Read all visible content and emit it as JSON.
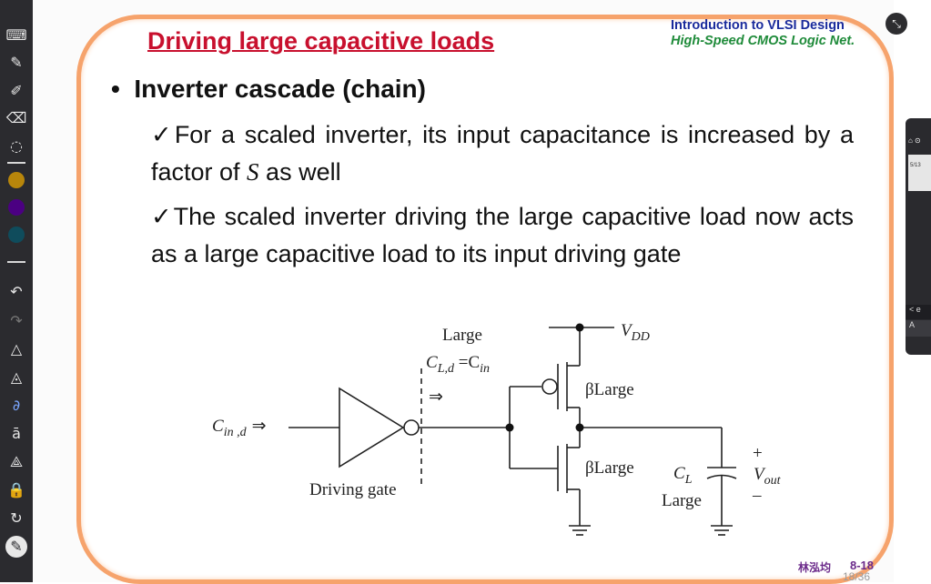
{
  "toolbar": {
    "tools": [
      {
        "name": "keyboard-icon",
        "glyph": "⌨"
      },
      {
        "name": "pen-icon",
        "glyph": "✎"
      },
      {
        "name": "highlighter-icon",
        "glyph": "✐"
      },
      {
        "name": "eraser-icon",
        "glyph": "⌫"
      },
      {
        "name": "lasso-icon",
        "glyph": "◌"
      },
      {
        "name": "undo-icon",
        "glyph": "↶"
      },
      {
        "name": "redo-icon",
        "glyph": "↷"
      },
      {
        "name": "shape-icon",
        "glyph": "△"
      },
      {
        "name": "ink-to-shape-icon",
        "glyph": "◬"
      },
      {
        "name": "ink-to-math-icon",
        "glyph": "∂"
      },
      {
        "name": "ink-to-text-icon",
        "glyph": "ā"
      },
      {
        "name": "ruler-icon",
        "glyph": "⟁"
      },
      {
        "name": "lock-icon",
        "glyph": "🔒"
      },
      {
        "name": "replay-icon",
        "glyph": "↻"
      },
      {
        "name": "active-pen-icon",
        "glyph": "✎"
      }
    ],
    "colors": [
      "#b8860b",
      "#4b0082",
      "#0f4c5c"
    ]
  },
  "slide": {
    "title": "Driving large capacitive loads",
    "course": "Introduction to VLSI Design",
    "course_sub": "High-Speed CMOS Logic Net.",
    "bullet": "Inverter cascade (chain)",
    "check": "✓",
    "sub1_a": "For a scaled inverter, its input capacitance is increased by a factor of ",
    "sub1_sym": "S",
    "sub1_b": " as well",
    "sub2": "The scaled inverter driving the large capacitive load now acts as a large capacitive load to its input driving gate",
    "footer_name": "林泓均",
    "footer_num": "8-18",
    "page_indicator": "18/36"
  },
  "diagram": {
    "cin_main": "C",
    "cin_sub": "in ,d",
    "cin_arrow": "⇒",
    "driving_gate": "Driving gate",
    "large": "Large",
    "cld_main": "C",
    "cld_sub": "L,d",
    "cld_eq": " =C",
    "cld_sub2": "in",
    "arrow": "⇒",
    "vdd_main": "V",
    "vdd_sub": "DD",
    "beta_large_1": "βLarge",
    "beta_large_2": "βLarge",
    "cl_main": "C",
    "cl_sub": "L",
    "cl_large": "Large",
    "plus": "+",
    "minus": "–",
    "vout_main": "V",
    "vout_sub": "out"
  },
  "side_panel": {
    "top": "⌂ ⊙",
    "thumb_text": "5/13",
    "bar2": "< e",
    "bar3": "A"
  },
  "collapse_glyph": "⤡"
}
